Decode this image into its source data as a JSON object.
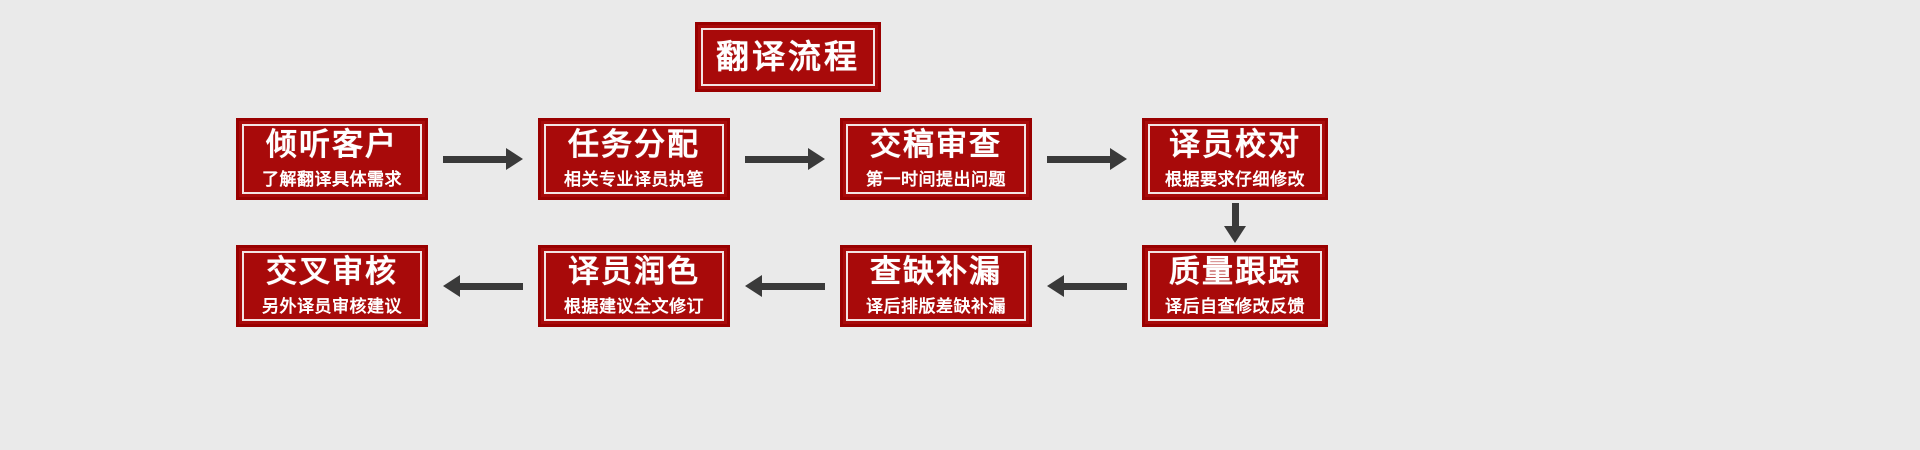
{
  "background_color": "#eaeaea",
  "box_fill_color": "#a80a0a",
  "box_border_color": "#990000",
  "box_inner_line_color": "#f3e3e3",
  "text_color": "#ffffff",
  "arrow_color": "#3a3a3a",
  "title": {
    "label": "翻译流程"
  },
  "steps": [
    {
      "index": 1,
      "title": "倾听客户",
      "subtitle": "了解翻译具体需求"
    },
    {
      "index": 2,
      "title": "任务分配",
      "subtitle": "相关专业译员执笔"
    },
    {
      "index": 3,
      "title": "交稿审查",
      "subtitle": "第一时间提出问题"
    },
    {
      "index": 4,
      "title": "译员校对",
      "subtitle": "根据要求仔细修改"
    },
    {
      "index": 5,
      "title": "质量跟踪",
      "subtitle": "译后自查修改反馈"
    },
    {
      "index": 6,
      "title": "查缺补漏",
      "subtitle": "译后排版差缺补漏"
    },
    {
      "index": 7,
      "title": "译员润色",
      "subtitle": "根据建议全文修订"
    },
    {
      "index": 8,
      "title": "交叉审核",
      "subtitle": "另外译员审核建议"
    }
  ],
  "arrows": [
    {
      "from": 1,
      "to": 2,
      "direction": "right"
    },
    {
      "from": 2,
      "to": 3,
      "direction": "right"
    },
    {
      "from": 3,
      "to": 4,
      "direction": "right"
    },
    {
      "from": 4,
      "to": 5,
      "direction": "down"
    },
    {
      "from": 5,
      "to": 6,
      "direction": "left"
    },
    {
      "from": 6,
      "to": 7,
      "direction": "left"
    },
    {
      "from": 7,
      "to": 8,
      "direction": "left"
    }
  ]
}
